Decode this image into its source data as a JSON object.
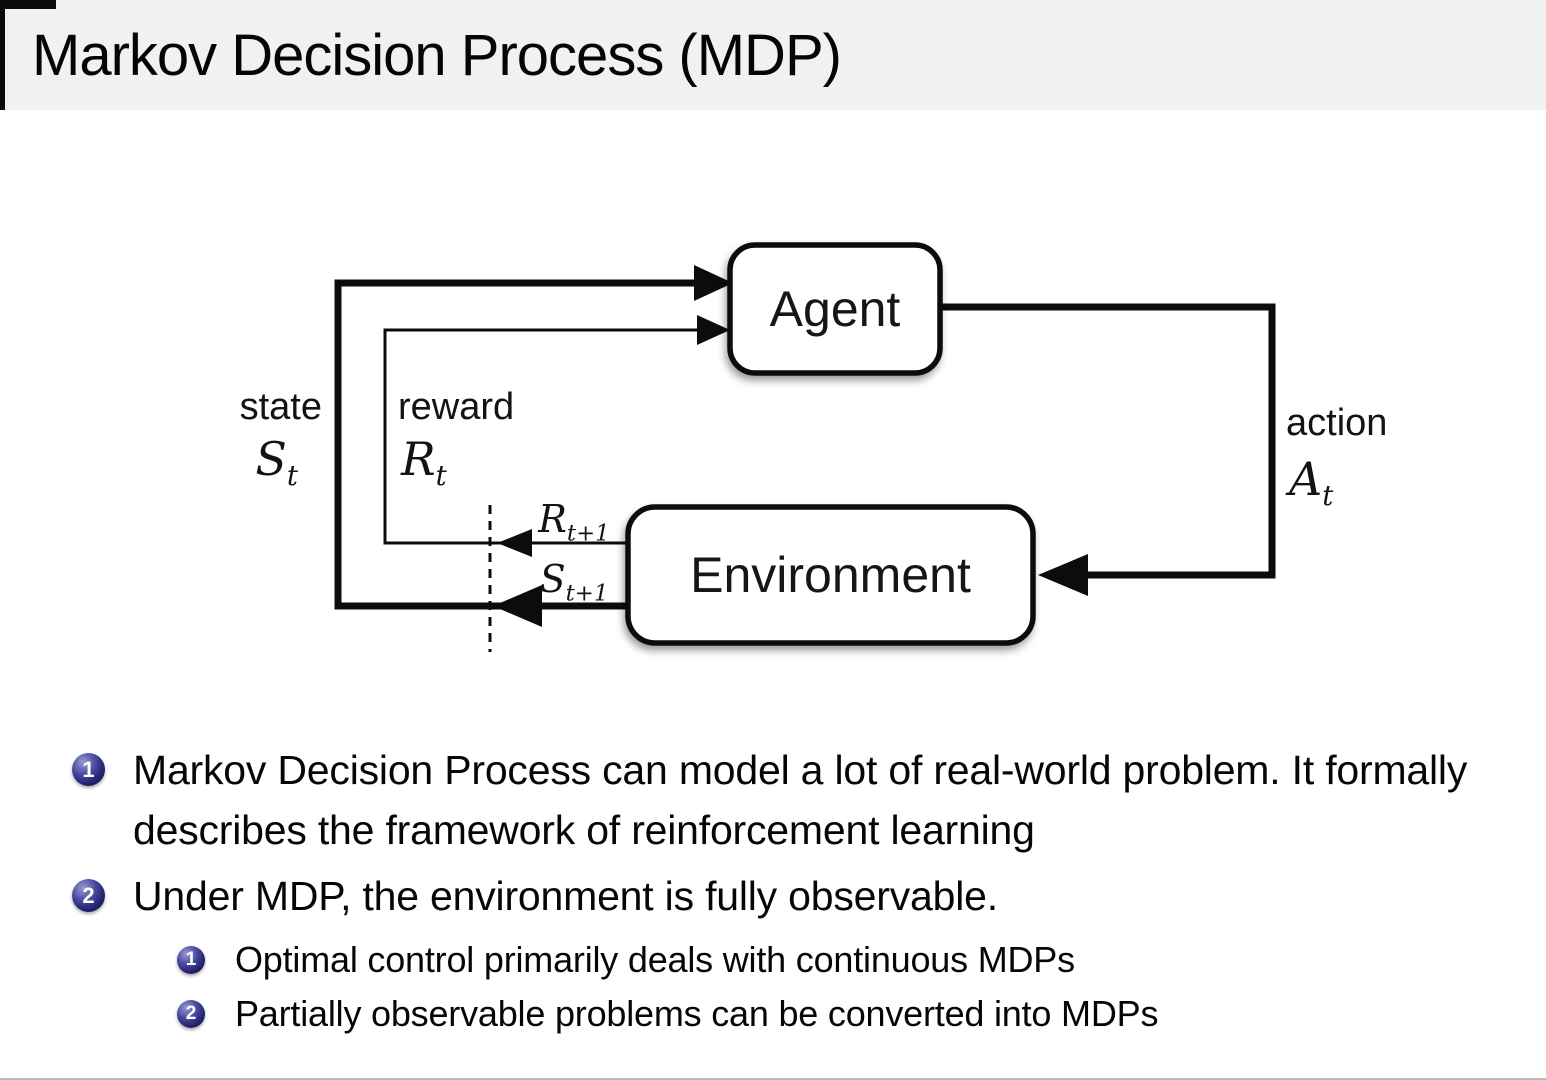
{
  "title": "Markov Decision Process (MDP)",
  "colors": {
    "header_bg": "#f1f1f1",
    "body_bg": "#ffffff",
    "badge_blue": "#22226f",
    "diagram_line": "#0c0c0c"
  },
  "diagram": {
    "agent_label": "Agent",
    "environment_label": "Environment",
    "state_label": "state",
    "state_symbol_base": "S",
    "state_symbol_sub": "t",
    "reward_label": "reward",
    "reward_symbol_base": "R",
    "reward_symbol_sub": "t",
    "action_label": "action",
    "action_symbol_base": "A",
    "action_symbol_sub": "t",
    "next_reward_base": "R",
    "next_reward_sub": "t+1",
    "next_state_base": "S",
    "next_state_sub": "t+1"
  },
  "bullets": [
    {
      "number": "1",
      "text": "Markov Decision Process can model a lot of real-world problem. It formally describes the framework of reinforcement learning"
    },
    {
      "number": "2",
      "text": "Under MDP, the environment is fully observable.",
      "sub": [
        {
          "number": "1",
          "text": "Optimal control primarily deals with continuous MDPs"
        },
        {
          "number": "2",
          "text": "Partially observable problems can be converted into MDPs"
        }
      ]
    }
  ]
}
